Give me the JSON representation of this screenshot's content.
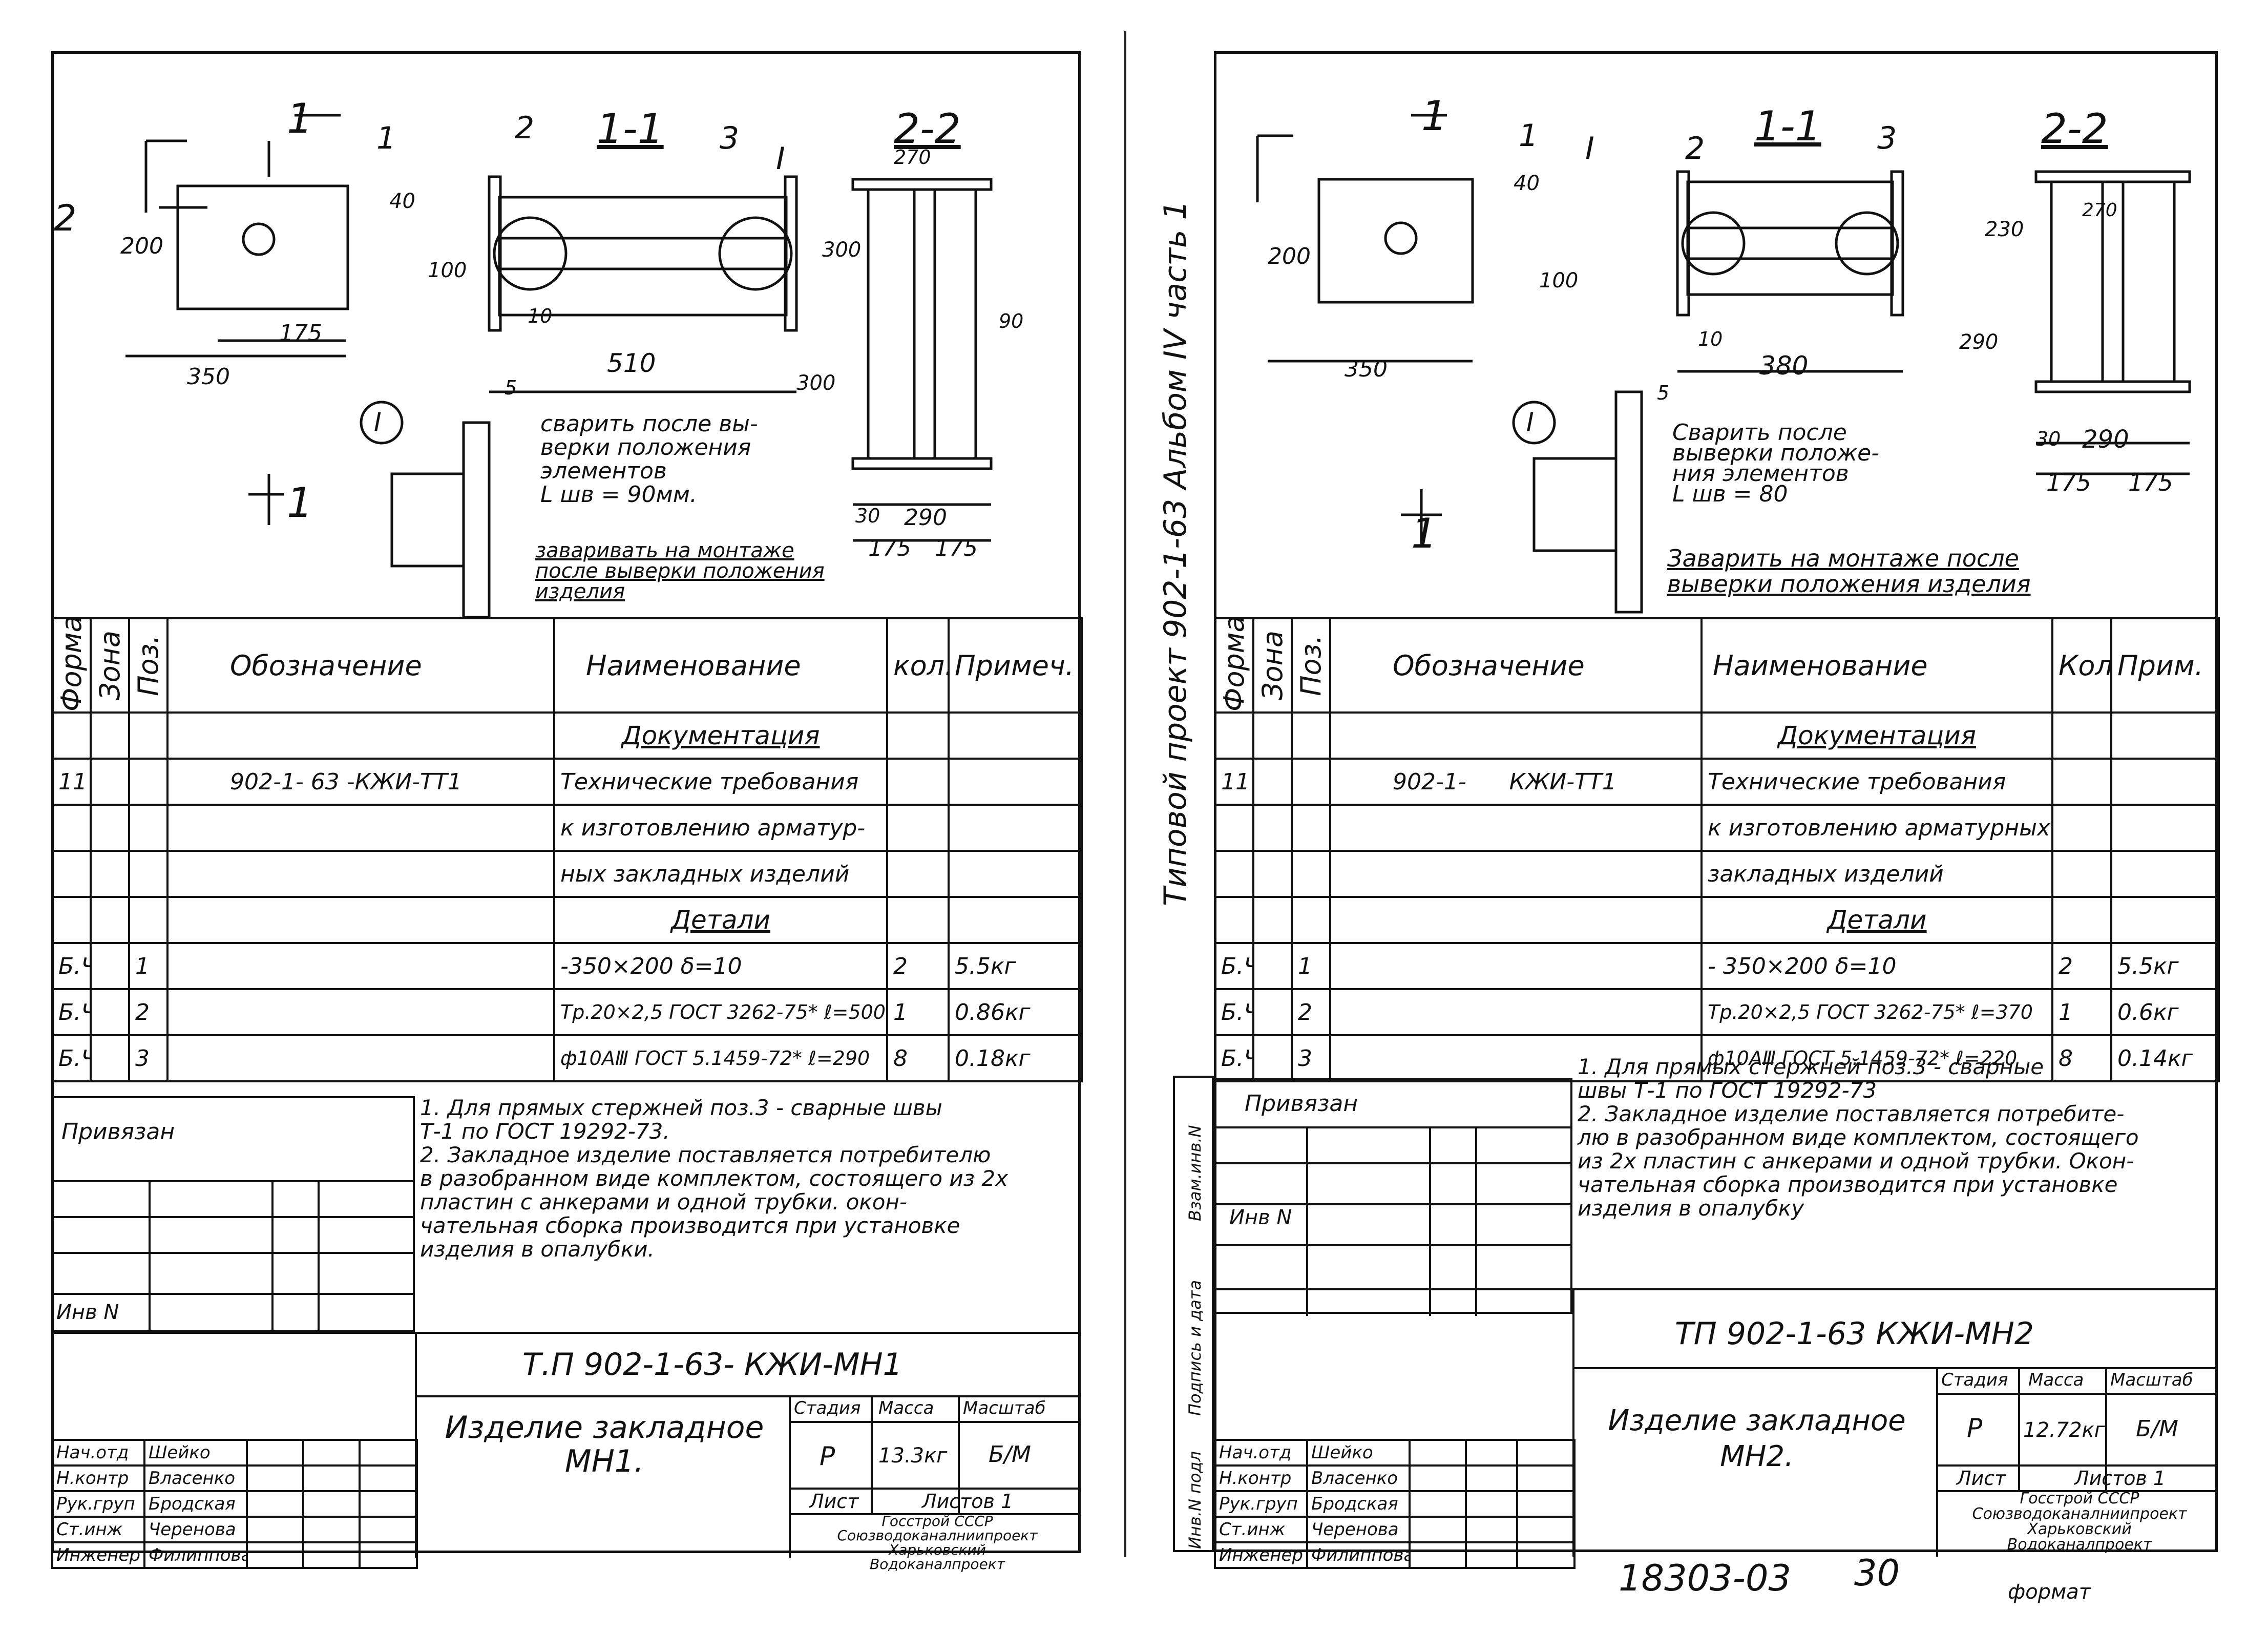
{
  "left": {
    "drawing": {
      "section_1": "1",
      "section_1_1": "1-1",
      "section_2_2": "2-2",
      "section_2": "2",
      "node": "I",
      "pos_1": "1",
      "pos_2": "2",
      "pos_3": "3",
      "dim_200": "200",
      "dim_40": "40",
      "dim_100": "100",
      "dim_175": "175",
      "dim_350": "350",
      "dim_510": "510",
      "dim_10": "10",
      "dim_270": "270",
      "dim_300a": "300",
      "dim_300b": "300",
      "dim_90": "90",
      "dim_30": "30",
      "dim_290": "290",
      "dim_175b": "175",
      "dim_175c": "175",
      "dim_5": "5",
      "weld_note": "сварить после вы-\nверки положения\nэлементов\nL шв = 90мм.",
      "site_note": "заваривать на монтаже\nпосле выверки положения\nизделия"
    },
    "spec": {
      "headers": [
        "Формат",
        "Зона",
        "Поз.",
        "Обозначение",
        "Наименование",
        "кол.",
        "Примеч."
      ],
      "section_docs": "Документация",
      "section_parts": "Детали",
      "rows_docs": [
        [
          "11",
          "",
          "",
          "902-1- 63 -КЖИ-ТТ1",
          "Технические требования",
          "",
          ""
        ],
        [
          "",
          "",
          "",
          "",
          "к изготовлению арматур-",
          "",
          ""
        ],
        [
          "",
          "",
          "",
          "",
          "ных закладных изделий",
          "",
          ""
        ]
      ],
      "rows_parts": [
        [
          "Б.Ч",
          "",
          "1",
          "",
          "-350×200 δ=10",
          "2",
          "5.5кг"
        ],
        [
          "Б.Ч",
          "",
          "2",
          "",
          "Тр.20×2,5 ГОСТ 3262-75* ℓ=500",
          "1",
          "0.86кг"
        ],
        [
          "Б.Ч",
          "",
          "3",
          "",
          "ф10АⅢ ГОСТ 5.1459-72* ℓ=290",
          "8",
          "0.18кг"
        ]
      ]
    },
    "notes": "1. Для прямых стержней поз.3 - сварные швы\n   Т-1 по ГОСТ 19292-73.\n2. Закладное изделие поставляется потребителю\n   в разобранном виде комплектом, состоящего из 2х\n   пластин с анкерами и одной трубки. окон-\n   чательная сборка производится при установке\n   изделия в опалубки.",
    "title_block": {
      "privyazan": "Привязан",
      "inv": "Инв N",
      "code": "Т.П 902-1-63- КЖИ-МН1",
      "name": "Изделие закладное\nМН1.",
      "stage_h": "Стадия",
      "mass_h": "Масса",
      "scale_h": "Масштаб",
      "stage": "Р",
      "mass": "13.3кг",
      "scale": "Б/М",
      "sheet": "Лист",
      "sheets": "Листов 1",
      "org": "Госстрой СССР\nСоюзводоканалниипроект\nХарьковский\nВодоканалпроект",
      "roles": [
        "Нач.отд",
        "Н.контр",
        "Рук.груп",
        "Ст.инж",
        "Инженер"
      ],
      "names": [
        "Шейко",
        "Власенко",
        "Бродская",
        "Черенова",
        "Филиппова"
      ]
    }
  },
  "right": {
    "side_text": "Типовой проект   902-1-63   Альбом IV часть 1",
    "drawing": {
      "section_1": "1",
      "section_1_1": "1-1",
      "section_2_2": "2-2",
      "node": "I",
      "pos_1": "1",
      "pos_2": "2",
      "pos_3": "3",
      "dim_200": "200",
      "dim_40": "40",
      "dim_100": "100",
      "dim_350": "350",
      "dim_380": "380",
      "dim_10": "10",
      "dim_270": "270",
      "dim_230": "230",
      "dim_290a": "290",
      "dim_30": "30",
      "dim_290b": "290",
      "dim_175": "175",
      "dim_175b": "175",
      "dim_5": "5",
      "weld_note": "Сварить после\nвыверки положе-\nния элементов\nL шв = 80",
      "site_note": "Заварить на монтаже после\nвыверки положения изделия"
    },
    "spec": {
      "headers": [
        "Формат",
        "Зона",
        "Поз.",
        "Обозначение",
        "Наименование",
        "Кол",
        "Прим."
      ],
      "section_docs": "Документация",
      "section_parts": "Детали",
      "rows_docs": [
        [
          "11",
          "",
          "",
          "902-1-      КЖИ-ТТ1",
          "Технические требования",
          "",
          ""
        ],
        [
          "",
          "",
          "",
          "",
          "к изготовлению арматурных",
          "",
          ""
        ],
        [
          "",
          "",
          "",
          "",
          "закладных изделий",
          "",
          ""
        ]
      ],
      "rows_parts": [
        [
          "Б.Ч",
          "",
          "1",
          "",
          "- 350×200 δ=10",
          "2",
          "5.5кг"
        ],
        [
          "Б.Ч",
          "",
          "2",
          "",
          "Тр.20×2,5 ГОСТ 3262-75* ℓ=370",
          "1",
          "0.6кг"
        ],
        [
          "Б.Ч",
          "",
          "3",
          "",
          "ф10АⅢ ГОСТ 5.1459-72* ℓ=220",
          "8",
          "0.14кг"
        ]
      ]
    },
    "notes": "1. Для прямых стержней поз.3 - сварные\n   швы Т-1 по ГОСТ 19292-73\n2. Закладное изделие поставляется потребите-\n   лю в разобранном виде комплектом, состоящего\n   из 2х пластин с анкерами и одной трубки. Окон-\n   чательная сборка производится при установке\n   изделия в опалубку",
    "side_cols": [
      "Инв.N подл",
      "Подпись и дата",
      "Взам.инв.N"
    ],
    "title_block": {
      "privyazan": "Привязан",
      "inv": "Инв N",
      "code": "ТП 902-1-63 КЖИ-МН2",
      "name": "Изделие закладное\nМН2.",
      "stage_h": "Стадия",
      "mass_h": "Масса",
      "scale_h": "Масштаб",
      "stage": "Р",
      "mass": "12.72кг",
      "scale": "Б/М",
      "sheet": "Лист",
      "sheets": "Листов 1",
      "org": "Госстрой СССР\nСоюзводоканалниипроект\nХарьковский\nВодоканалпроект",
      "roles": [
        "Нач.отд",
        "Н.контр",
        "Рук.груп",
        "Ст.инж",
        "Инженер"
      ],
      "names": [
        "Шейко",
        "Власенко",
        "Бродская",
        "Черенова",
        "Филиппова"
      ]
    }
  },
  "footer": {
    "doc_number": "18303-03",
    "page": "30",
    "format": "формат"
  }
}
